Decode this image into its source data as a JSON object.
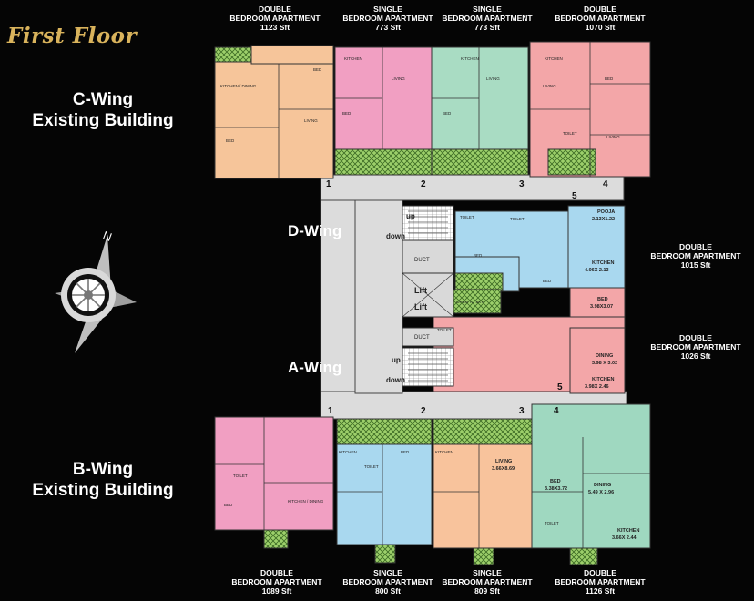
{
  "title": "First Floor",
  "wings": {
    "c": [
      "C-Wing",
      "Existing Building"
    ],
    "b": [
      "B-Wing",
      "Existing Building"
    ],
    "d": "D-Wing",
    "a": "A-Wing"
  },
  "top_labels": [
    {
      "type": "DOUBLE",
      "name": "BEDROOM APARTMENT",
      "area": "1123 Sft"
    },
    {
      "type": "SINGLE",
      "name": "BEDROOM APARTMENT",
      "area": "773 Sft"
    },
    {
      "type": "SINGLE",
      "name": "BEDROOM APARTMENT",
      "area": "773 Sft"
    },
    {
      "type": "DOUBLE",
      "name": "BEDROOM APARTMENT",
      "area": "1070 Sft"
    }
  ],
  "bottom_labels": [
    {
      "type": "DOUBLE",
      "name": "BEDROOM APARTMENT",
      "area": "1089 Sft"
    },
    {
      "type": "SINGLE",
      "name": "BEDROOM APARTMENT",
      "area": "800 Sft"
    },
    {
      "type": "SINGLE",
      "name": "BEDROOM APARTMENT",
      "area": "809 Sft"
    },
    {
      "type": "DOUBLE",
      "name": "BEDROOM APARTMENT",
      "area": "1126 Sft"
    }
  ],
  "right_labels": [
    {
      "type": "DOUBLE",
      "name": "BEDROOM APARTMENT",
      "area": "1015 Sft"
    },
    {
      "type": "DOUBLE",
      "name": "BEDROOM APARTMENT",
      "area": "1026 Sft"
    }
  ],
  "compass_letter": "N",
  "door_numbers": [
    "1",
    "2",
    "3",
    "4",
    "5",
    "5",
    "1",
    "2",
    "3",
    "4"
  ],
  "core": {
    "up": "up",
    "down": "down",
    "duct": "DUCT",
    "lift": "Lift",
    "open": "OPEN TO SKY"
  },
  "rooms": {
    "kitchen": "KITCHEN",
    "toilet": "TOILET",
    "bed": "BED",
    "living": "LIVING",
    "dining": "DINING",
    "pooja": "POOJA",
    "kitchen_dining": "KITCHEN / DINING",
    "living_big": "LIVING",
    "bed_big": "BED",
    "dining_big": "DINING",
    "kitchen_big": "KITCHEN",
    "pooja_dim": "2.13X1.22",
    "kitchen_d_dim": "4.06X 2.13",
    "bed_d_dim": "3.98X3.07",
    "dining_a_dim": "3.98 X 3.02",
    "kitchen_a_dim": "3.98X 2.46",
    "living_b3_dim": "3.66X8.69",
    "bed_b4_dim": "3.38X3.72",
    "dining_b4_dim": "5.49 X 2.96",
    "kitchen_b4_dim": "3.66X 2.44"
  },
  "colors": {
    "peach": "#f6c59a",
    "pink": "#f19fc2",
    "mint": "#a9dcc3",
    "salmon": "#f3a6a8",
    "blue": "#a9d8ef",
    "orange": "#f8c39c",
    "teal": "#9fd8c0",
    "corridor": "#dcdcdc",
    "title": "#d9b35c",
    "green": "#9ccf6a"
  }
}
